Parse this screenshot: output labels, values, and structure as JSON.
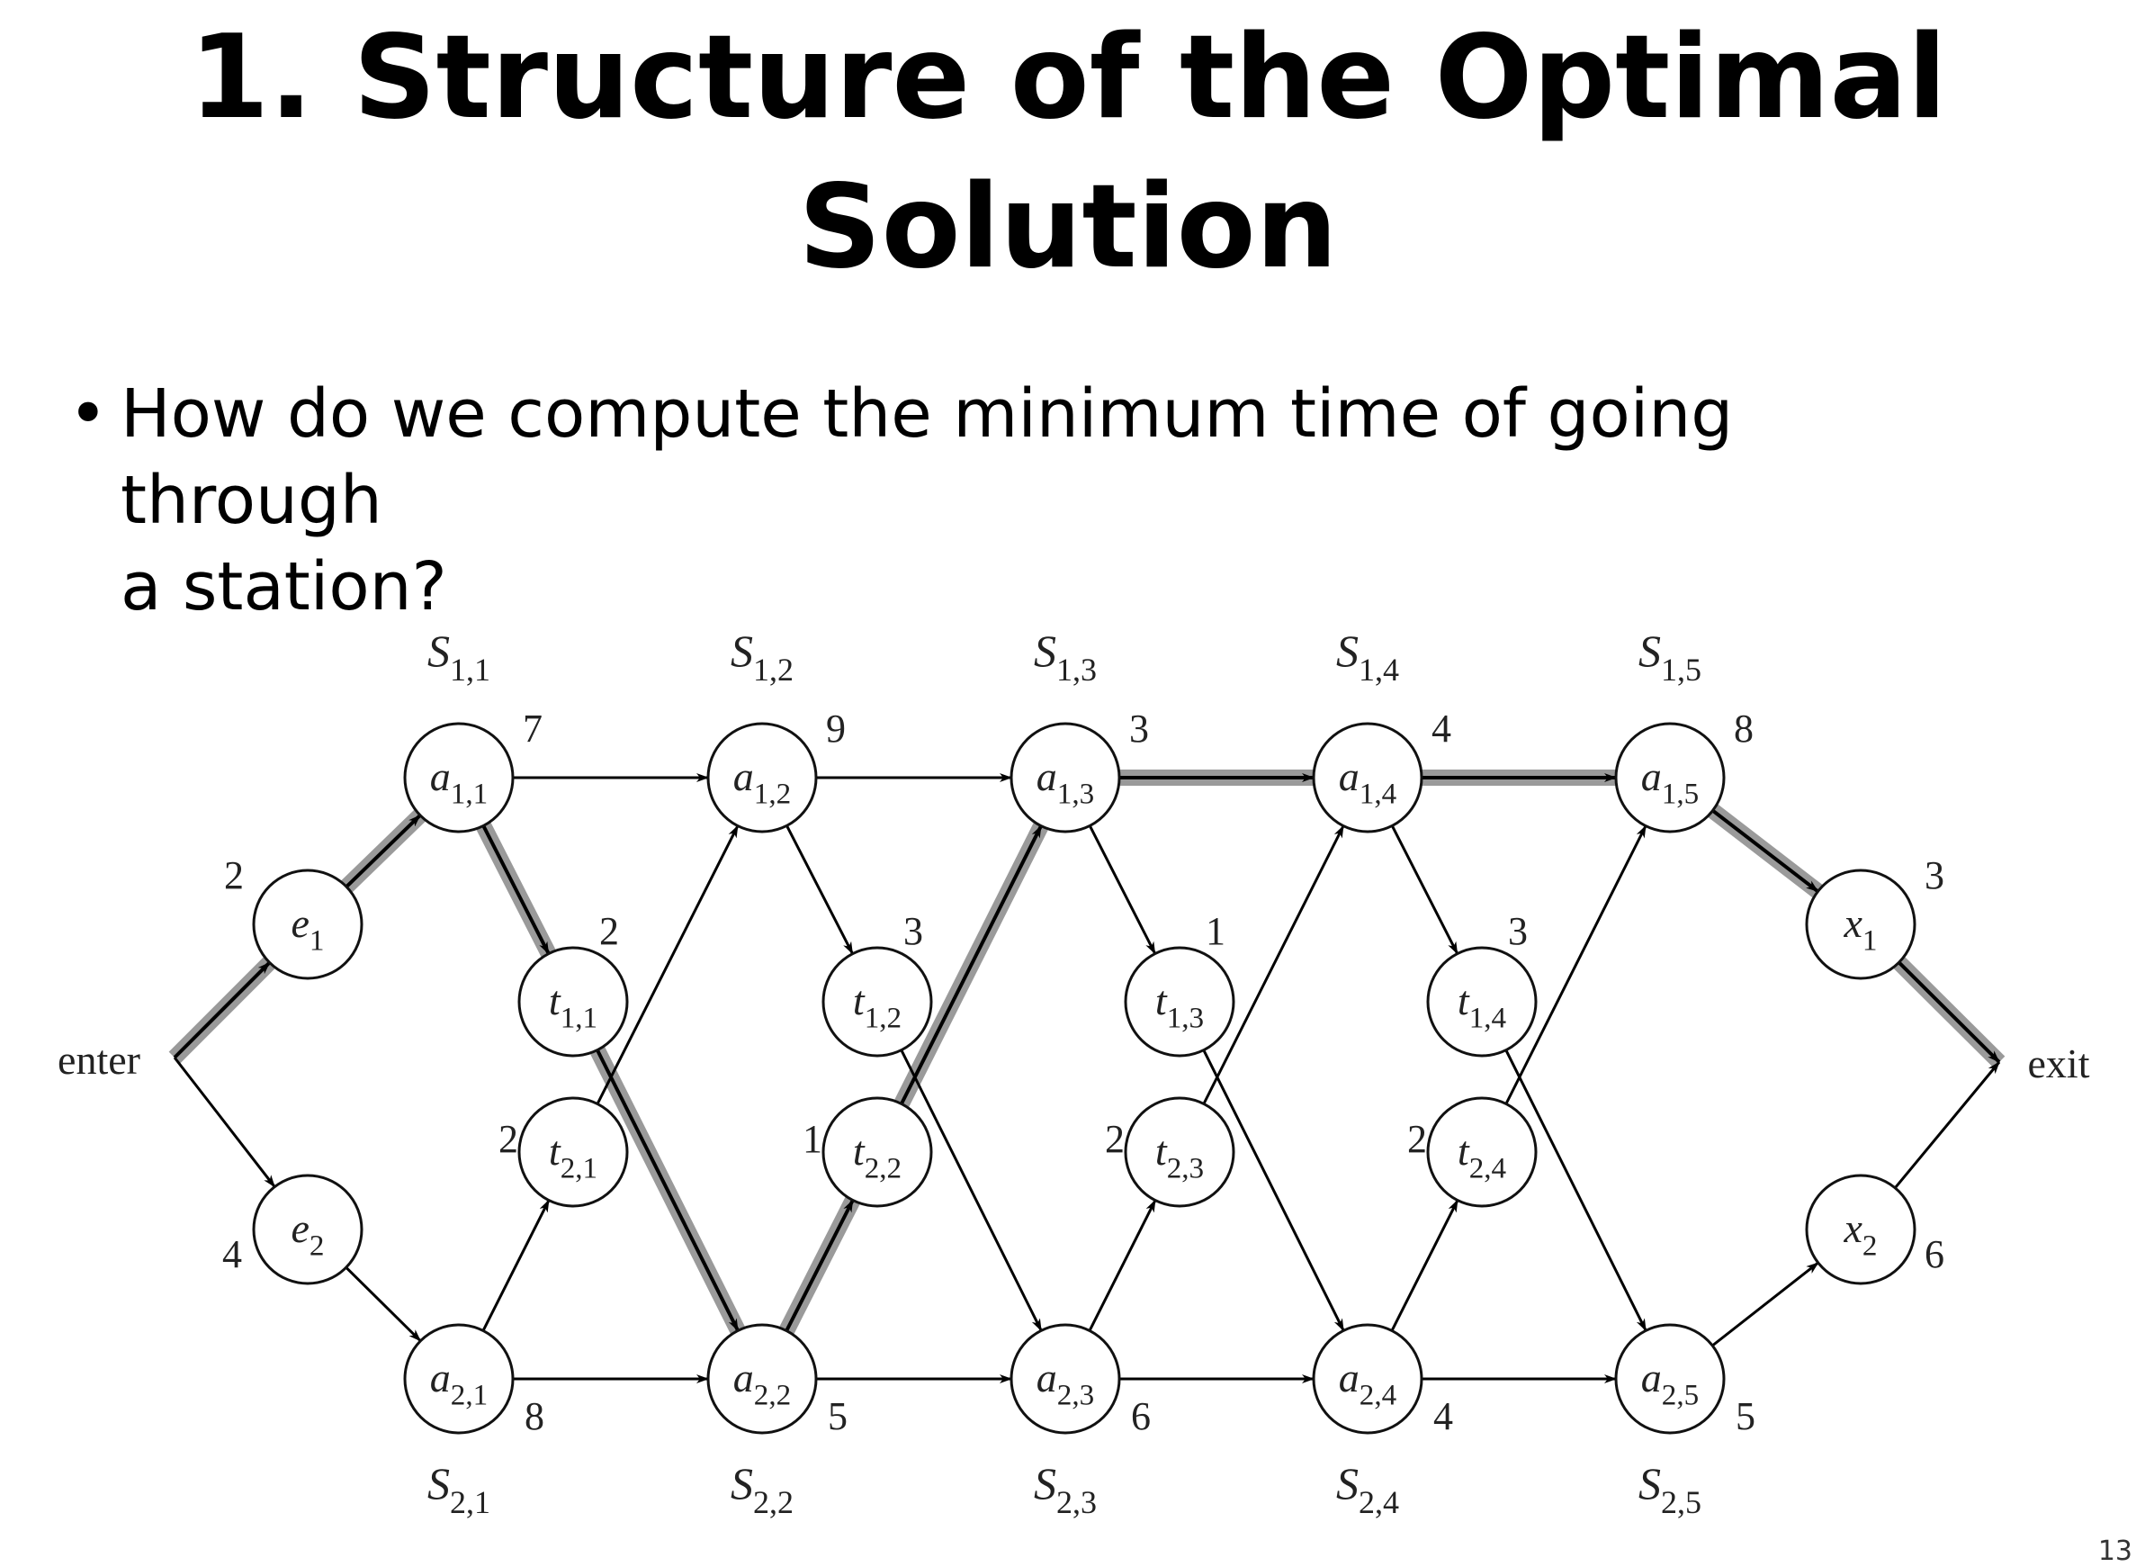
{
  "slide": {
    "title_line1": "1. Structure of the Optimal",
    "title_line2": "Solution",
    "bullet_marker": "•",
    "bullet_line1": "How do we compute the minimum time of going through",
    "bullet_line2": "a station?",
    "page_number": "13"
  },
  "diagram": {
    "enter_label": "enter",
    "exit_label": "exit",
    "station_labels_top": [
      {
        "base": "S",
        "sub": "1,1"
      },
      {
        "base": "S",
        "sub": "1,2"
      },
      {
        "base": "S",
        "sub": "1,3"
      },
      {
        "base": "S",
        "sub": "1,4"
      },
      {
        "base": "S",
        "sub": "1,5"
      }
    ],
    "station_labels_bottom": [
      {
        "base": "S",
        "sub": "2,1"
      },
      {
        "base": "S",
        "sub": "2,2"
      },
      {
        "base": "S",
        "sub": "2,3"
      },
      {
        "base": "S",
        "sub": "2,4"
      },
      {
        "base": "S",
        "sub": "2,5"
      }
    ],
    "line1_nodes": [
      {
        "base": "a",
        "sub": "1,1",
        "value": "7"
      },
      {
        "base": "a",
        "sub": "1,2",
        "value": "9"
      },
      {
        "base": "a",
        "sub": "1,3",
        "value": "3"
      },
      {
        "base": "a",
        "sub": "1,4",
        "value": "4"
      },
      {
        "base": "a",
        "sub": "1,5",
        "value": "8"
      }
    ],
    "line2_nodes": [
      {
        "base": "a",
        "sub": "2,1",
        "value": "8"
      },
      {
        "base": "a",
        "sub": "2,2",
        "value": "5"
      },
      {
        "base": "a",
        "sub": "2,3",
        "value": "6"
      },
      {
        "base": "a",
        "sub": "2,4",
        "value": "4"
      },
      {
        "base": "a",
        "sub": "2,5",
        "value": "5"
      }
    ],
    "transfer1_nodes": [
      {
        "base": "t",
        "sub": "1,1",
        "value": "2"
      },
      {
        "base": "t",
        "sub": "1,2",
        "value": "3"
      },
      {
        "base": "t",
        "sub": "1,3",
        "value": "1"
      },
      {
        "base": "t",
        "sub": "1,4",
        "value": "3"
      }
    ],
    "transfer2_nodes": [
      {
        "base": "t",
        "sub": "2,1",
        "value": "2"
      },
      {
        "base": "t",
        "sub": "2,2",
        "value": "1"
      },
      {
        "base": "t",
        "sub": "2,3",
        "value": "2"
      },
      {
        "base": "t",
        "sub": "2,4",
        "value": "2"
      }
    ],
    "entry_nodes": [
      {
        "base": "e",
        "sub": "1",
        "value": "2"
      },
      {
        "base": "e",
        "sub": "2",
        "value": "4"
      }
    ],
    "exit_nodes": [
      {
        "base": "x",
        "sub": "1",
        "value": "3"
      },
      {
        "base": "x",
        "sub": "2",
        "value": "6"
      }
    ],
    "highlight_color": "#9a9a9a",
    "edge_color": "#000000"
  }
}
